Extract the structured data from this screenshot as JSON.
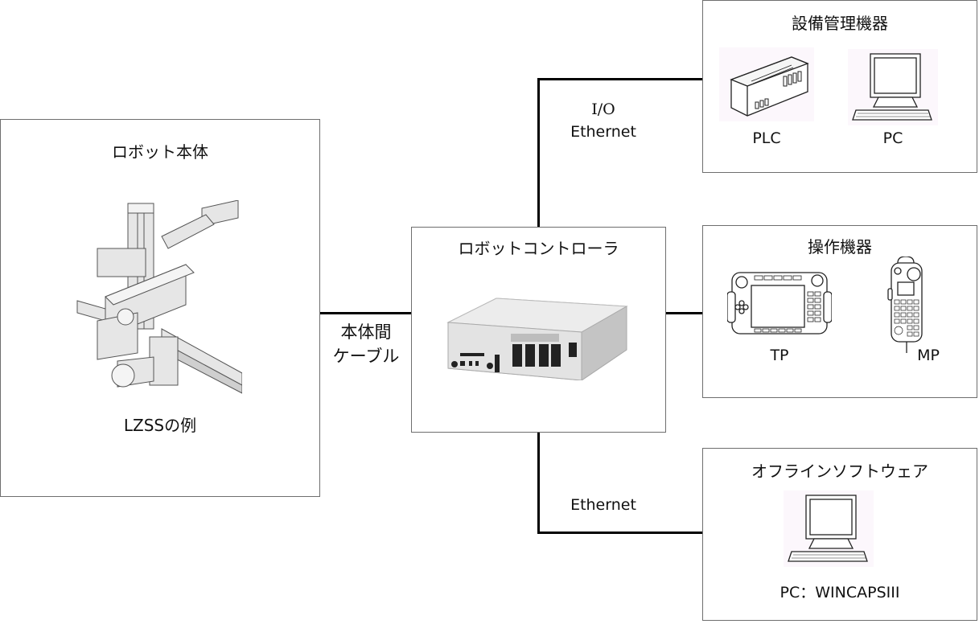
{
  "robot_body": {
    "title": "ロボット本体",
    "caption": "LZSSの例",
    "image": "lzss-gantry-robot-icon"
  },
  "cable": {
    "line1": "本体間",
    "line2": "ケーブル"
  },
  "controller": {
    "title": "ロボットコントローラ",
    "image": "robot-controller-icon"
  },
  "io_link": {
    "line1": "I/O",
    "line2": "Ethernet"
  },
  "equipment": {
    "title": "設備管理機器",
    "devices": [
      {
        "label": "PLC",
        "icon": "plc-icon"
      },
      {
        "label": "PC",
        "icon": "pc-icon"
      }
    ]
  },
  "operation": {
    "title": "操作機器",
    "devices": [
      {
        "label": "TP",
        "icon": "teaching-pendant-icon"
      },
      {
        "label": "MP",
        "icon": "mini-pendant-icon"
      }
    ]
  },
  "eth_link": {
    "label": "Ethernet"
  },
  "offline": {
    "title": "オフラインソフトウェア",
    "device": {
      "label": "PC：WINCAPSIII",
      "icon": "pc-icon"
    }
  }
}
